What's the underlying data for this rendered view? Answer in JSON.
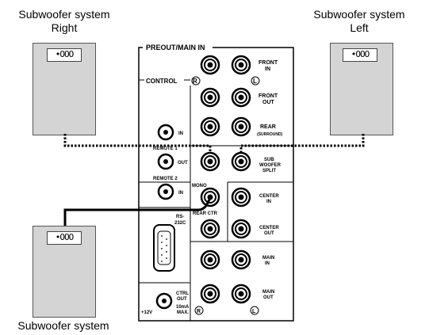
{
  "speakers": {
    "right": {
      "line1": "Subwoofer system",
      "line2": "Right"
    },
    "left": {
      "line1": "Subwoofer system",
      "line2": "Left"
    },
    "bottom": {
      "line1": "Subwoofer system"
    },
    "terminal": "•OOO"
  },
  "panel": {
    "preout_main_in": "PREOUT/MAIN IN",
    "control": "CONTROL",
    "remote1": "REMOTE 1",
    "remote2": "REMOTE 2",
    "in": "IN",
    "out": "OUT",
    "rs232c_1": "RS-",
    "rs232c_2": "232C",
    "plus12v": "+12V",
    "ctrl_out_1": "CTRL",
    "ctrl_out_2": "OUT",
    "ctrl_max_1": "10mA",
    "ctrl_max_2": "MAX.",
    "mono": "MONO",
    "rear_ctr": "REAR CTR",
    "r": "R",
    "l": "L",
    "front_in_1": "FRONT",
    "front_in_2": "IN",
    "front_out_1": "FRONT",
    "front_out_2": "OUT",
    "rear_1": "REAR",
    "rear_2": "(SURROUND)",
    "sub_1": "SUB",
    "sub_2": "WOOFER",
    "sub_3": "SPLIT",
    "center_in_1": "CENTER",
    "center_in_2": "IN",
    "center_out_1": "CENTER",
    "center_out_2": "OUT",
    "main_in_1": "MAIN",
    "main_in_2": "IN",
    "main_out_1": "MAIN",
    "main_out_2": "OUT"
  },
  "colors": {
    "speaker_fill": "#d4d4d4",
    "panel_fill": "#ffffff",
    "cable": "#000000"
  }
}
